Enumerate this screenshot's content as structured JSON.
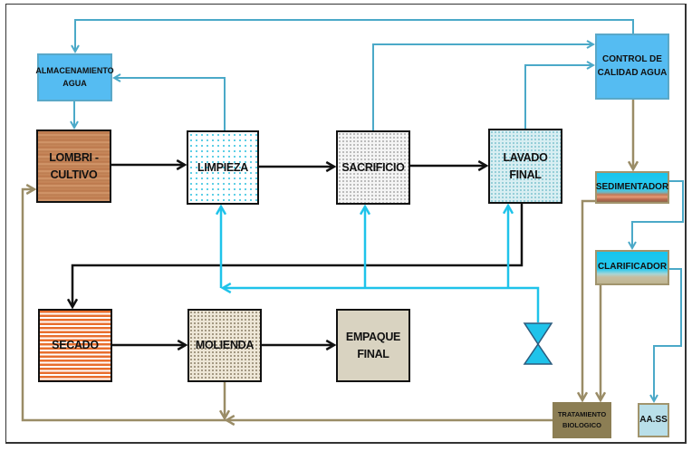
{
  "diagram": {
    "type": "process-flow",
    "nodes": {
      "almacenamiento": {
        "lines": [
          "ALMACENAMIENTO",
          "AGUA"
        ]
      },
      "control_calidad": {
        "lines": [
          "CONTROL DE",
          "CALIDAD AGUA"
        ]
      },
      "lombricultivo": {
        "lines": [
          "LOMBRI -",
          "CULTIVO"
        ]
      },
      "limpieza": {
        "lines": [
          "LIMPIEZA"
        ]
      },
      "sacrificio": {
        "lines": [
          "SACRIFICIO"
        ]
      },
      "lavado_final": {
        "lines": [
          "LAVADO",
          "FINAL"
        ]
      },
      "sedimentador": {
        "lines": [
          "SEDIMENTADOR"
        ]
      },
      "clarificador": {
        "lines": [
          "CLARIFICADOR"
        ]
      },
      "secado": {
        "lines": [
          "SECADO"
        ]
      },
      "molienda": {
        "lines": [
          "MOLIENDA"
        ]
      },
      "empaque_final": {
        "lines": [
          "EMPAQUE",
          "FINAL"
        ]
      },
      "tratamiento_biologico": {
        "lines": [
          "TRATAMIENTO",
          "BIOLOGICO"
        ]
      },
      "aass": {
        "lines": [
          "AA.SS"
        ]
      },
      "valve": {
        "icon": "valve-icon"
      }
    },
    "edges": [
      {
        "from": "lombricultivo",
        "to": "limpieza",
        "kind": "product"
      },
      {
        "from": "limpieza",
        "to": "sacrificio",
        "kind": "product"
      },
      {
        "from": "sacrificio",
        "to": "lavado_final",
        "kind": "product"
      },
      {
        "from": "lavado_final",
        "to": "secado",
        "kind": "product"
      },
      {
        "from": "secado",
        "to": "molienda",
        "kind": "product"
      },
      {
        "from": "molienda",
        "to": "empaque_final",
        "kind": "product"
      },
      {
        "from": "control_calidad",
        "to": "almacenamiento",
        "kind": "water"
      },
      {
        "from": "almacenamiento",
        "to": "lombricultivo",
        "kind": "water"
      },
      {
        "from": "limpieza",
        "to": "almacenamiento",
        "kind": "water"
      },
      {
        "from": "sacrificio",
        "to": "control_calidad",
        "kind": "water"
      },
      {
        "from": "lavado_final",
        "to": "control_calidad",
        "kind": "water"
      },
      {
        "from": "valve",
        "to": "limpieza",
        "kind": "fresh-water"
      },
      {
        "from": "valve",
        "to": "sacrificio",
        "kind": "fresh-water"
      },
      {
        "from": "valve",
        "to": "lavado_final",
        "kind": "fresh-water"
      },
      {
        "from": "control_calidad",
        "to": "sedimentador",
        "kind": "sludge"
      },
      {
        "from": "sedimentador",
        "to": "clarificador",
        "kind": "water"
      },
      {
        "from": "sedimentador",
        "to": "tratamiento_biologico",
        "kind": "sludge"
      },
      {
        "from": "clarificador",
        "to": "tratamiento_biologico",
        "kind": "sludge"
      },
      {
        "from": "clarificador",
        "to": "aass",
        "kind": "water"
      },
      {
        "from": "tratamiento_biologico",
        "to": "lombricultivo",
        "kind": "sludge"
      },
      {
        "from": "molienda",
        "to": "tratamiento_biologico",
        "kind": "sludge"
      }
    ],
    "colors": {
      "product_line": "#111111",
      "water_line": "#4ba9c8",
      "fresh_water_line": "#1fc3ea",
      "sludge_line": "#9a8c66",
      "water_box": "#55bcf2",
      "valve_fill": "#1fc3ea",
      "tratamiento_fill": "#8c7e54",
      "aass_fill": "#b9dfe9"
    }
  }
}
